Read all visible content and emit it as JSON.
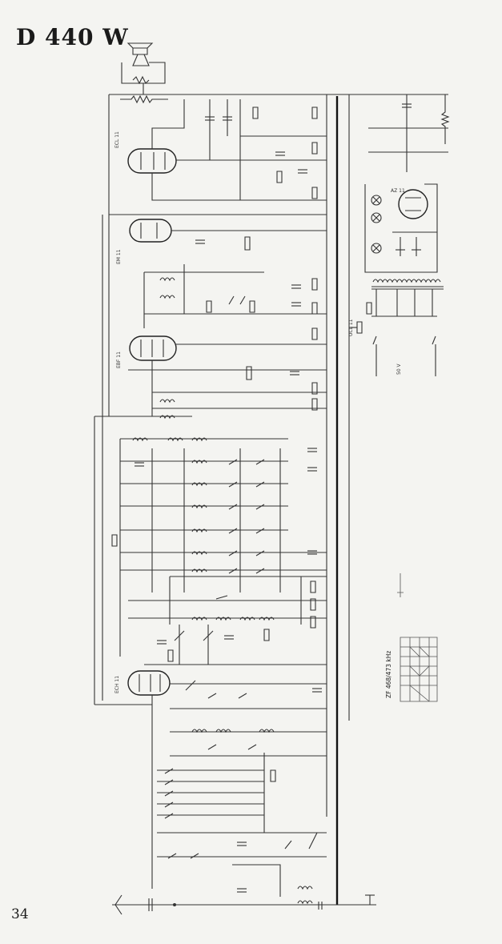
{
  "page": {
    "title": "D 440 W",
    "number": "34"
  },
  "tubes": {
    "output": "ECL 11",
    "indicator": "EM 11",
    "if_amp": "EBF 11",
    "mixer": "ECH 11",
    "rectifier": "AZ 11"
  },
  "labels": {
    "if_note": "ZF 468/473 kHz",
    "hum_note": "50 V",
    "mains_note": "UCL 11"
  },
  "colors": {
    "wire": "#333333",
    "paper": "#f4f4f1"
  }
}
